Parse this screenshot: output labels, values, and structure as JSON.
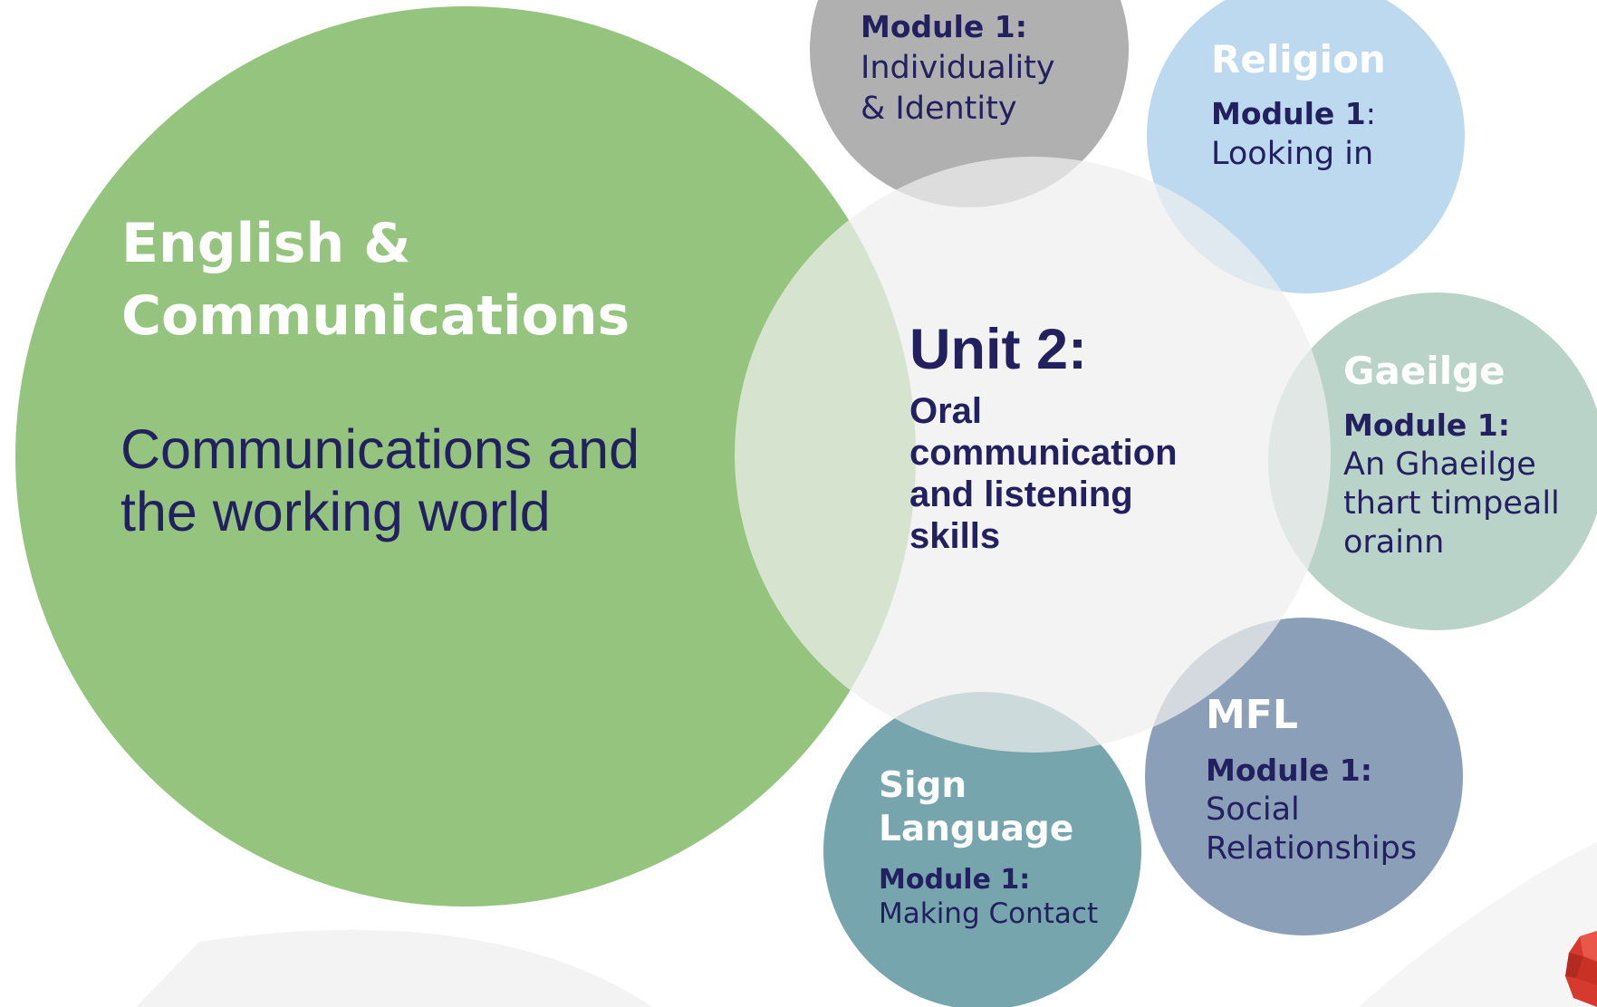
{
  "main": {
    "title_line1": "English &",
    "title_line2": "Communications",
    "subtitle_line1": "Communications and",
    "subtitle_line2": "the working world"
  },
  "unit": {
    "heading": "Unit 2:",
    "lines": [
      "Oral",
      "communication",
      "and listening",
      "skills"
    ]
  },
  "individuality": {
    "module": "Module 1:",
    "line1": "Individuality",
    "line2": "& Identity"
  },
  "religion": {
    "title": "Religion",
    "module": "Module 1",
    "colon": ":",
    "line1": "Looking in"
  },
  "gaeilge": {
    "title": "Gaeilge",
    "module": "Module 1:",
    "lines": [
      "An Ghaeilge",
      "thart timpeall",
      "orainn"
    ]
  },
  "mfl": {
    "title": "MFL",
    "module": "Module 1:",
    "line1": "Social",
    "line2": "Relationships"
  },
  "sign": {
    "title_line1": "Sign",
    "title_line2": "Language",
    "module": "Module 1:",
    "line1": "Making Contact"
  },
  "colors": {
    "main_green": "#94c47e",
    "overlay": "#eeeeee",
    "individuality_grey": "#b0b0b0",
    "religion_blue": "#bcd9ef",
    "gaeilge_sage": "#b9d3c9",
    "mfl_slate": "#8ba0b8",
    "sign_teal": "#76a5ad",
    "navy_text": "#232060",
    "logo_red": "#d63a2e"
  }
}
